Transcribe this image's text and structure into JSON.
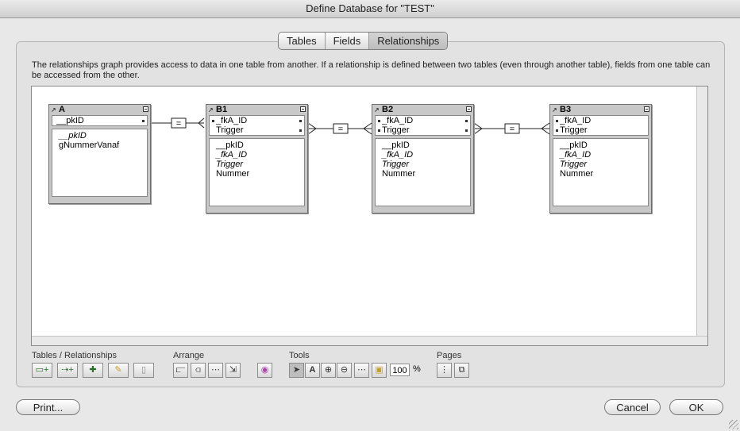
{
  "window": {
    "title": "Define Database for \"TEST\""
  },
  "tabs": [
    "Tables",
    "Fields",
    "Relationships"
  ],
  "active_tab": "Relationships",
  "description": "The relationships graph provides access to data in one table from another. If a relationship is defined between two tables (even through another table), fields from one table can be accessed from the other.",
  "tables": {
    "a": {
      "name": "A",
      "key_fields": [
        "__pkID"
      ],
      "fields": [
        "__pkID",
        "gNummerVanaf"
      ]
    },
    "b1": {
      "name": "B1",
      "key_fields": [
        "_fkA_ID",
        "Trigger"
      ],
      "fields": [
        "__pkID",
        "_fkA_ID",
        "Trigger",
        "Nummer"
      ]
    },
    "b2": {
      "name": "B2",
      "key_fields": [
        "_fkA_ID",
        "Trigger"
      ],
      "fields": [
        "__pkID",
        "_fkA_ID",
        "Trigger",
        "Nummer"
      ]
    },
    "b3": {
      "name": "B3",
      "key_fields": [
        "_fkA_ID",
        "Trigger"
      ],
      "fields": [
        "__pkID",
        "_fkA_ID",
        "Trigger",
        "Nummer"
      ]
    }
  },
  "relationship_operator": "=",
  "toolbar": {
    "tables_relationships_label": "Tables / Relationships",
    "arrange_label": "Arrange",
    "tools_label": "Tools",
    "pages_label": "Pages",
    "zoom_value": "100",
    "zoom_unit": "%"
  },
  "buttons": {
    "print": "Print...",
    "cancel": "Cancel",
    "ok": "OK"
  },
  "colors": {
    "window_bg": "#e8e8e8",
    "canvas_bg": "#ffffff",
    "table_bg": "#c8c8c8"
  }
}
